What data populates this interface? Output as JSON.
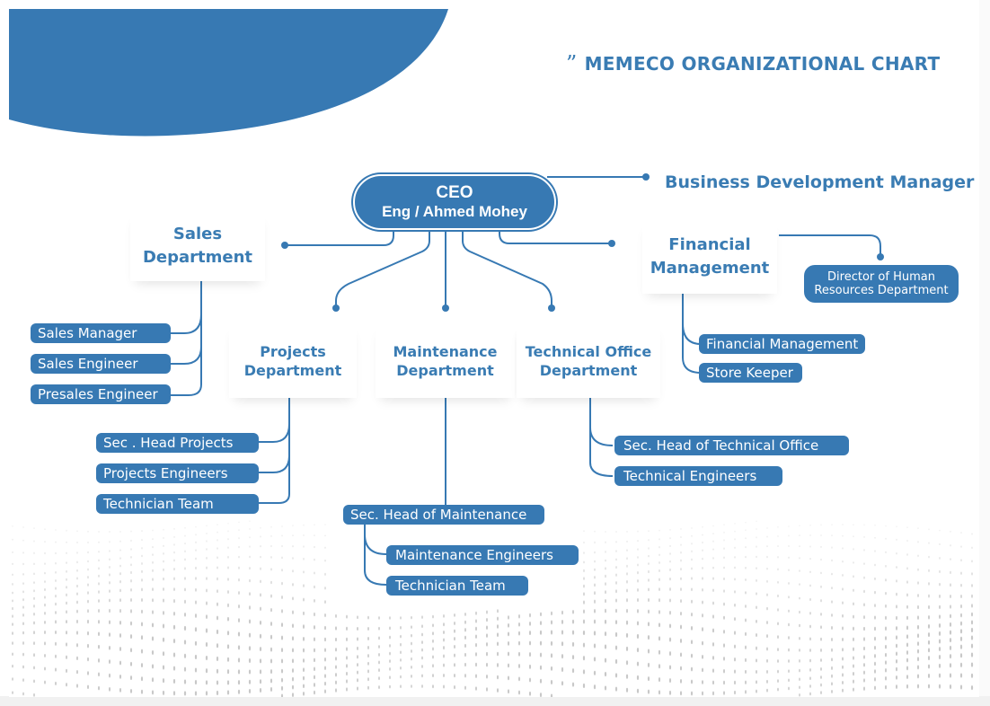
{
  "header": {
    "title": "MEMECO ORGANIZATIONAL CHART",
    "title_icon": "quote-icon"
  },
  "colors": {
    "primary": "#3779b3",
    "text_blue": "#3a7cb3",
    "banner_dark": "#1f3f73",
    "banner_gray": "#7f98aa",
    "dots": "#b5b5b5"
  },
  "ceo": {
    "title": "CEO",
    "name": "Eng / Ahmed Mohey"
  },
  "business_development": {
    "label": "Business Development Manager"
  },
  "departments": {
    "sales": {
      "line1": "Sales",
      "line2": "Department",
      "roles": [
        "Sales Manager",
        "Sales Engineer",
        "Presales Engineer"
      ]
    },
    "financial": {
      "line1": "Financial",
      "line2": "Management",
      "roles": [
        "Financial Management",
        "Store Keeper"
      ],
      "hr": {
        "line1": "Director of Human",
        "line2": "Resources Department"
      }
    },
    "projects": {
      "line1": "Projects",
      "line2": "Department",
      "roles": [
        "Sec . Head Projects",
        "Projects Engineers",
        "Technician Team"
      ]
    },
    "maintenance": {
      "line1": "Maintenance",
      "line2": "Department",
      "head": "Sec. Head of Maintenance",
      "roles": [
        "Maintenance Engineers",
        "Technician Team"
      ]
    },
    "technical_office": {
      "line1": "Technical Office",
      "line2": "Department",
      "roles": [
        "Sec. Head of Technical Office",
        "Technical Engineers"
      ]
    }
  }
}
